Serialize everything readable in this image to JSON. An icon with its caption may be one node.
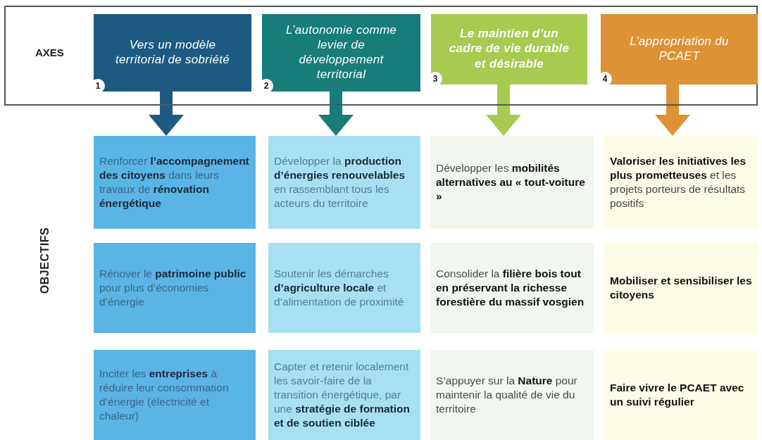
{
  "diagram": {
    "nodes": [
      {
        "text": [
          "AXES"
        ]
      },
      {
        "text": [
          "Vers un modèle territorial de sobriété",
          "1"
        ],
        "in": 0
      },
      {
        "text": [
          "L’autonomie comme levier de développement territorial",
          "2"
        ],
        "in": 0
      },
      {
        "text": [
          "Le maintien d’un cadre de vie durable et désirable",
          "3"
        ],
        "in": 0
      },
      {
        "text": [
          "L’appropriation du PCAET",
          "4"
        ],
        "in": 0
      },
      {
        "text": [
          "Renforcer **l’accompagnement des citoyens** dans leurs travaux de **rénovation énergétique**"
        ]
      },
      {
        "text": [
          "Développer la **production d’énergies renouvelables** en rassemblant tous les acteurs du territoire"
        ]
      },
      {
        "text": [
          "Développer les **mobilités alternatives au « tout-voiture »**"
        ]
      },
      {
        "text": [
          "**Valoriser les initiatives les plus prometteuses** et les projets porteurs de résultats positifs"
        ]
      },
      {
        "text": [
          "Rénover le **patrimoine public** pour plus d’économies d’énergie"
        ]
      },
      {
        "text": [
          "Soutenir les démarches **d’agriculture locale** et d’alimentation de proximité"
        ]
      },
      {
        "text": [
          "Consolider la **filière bois tout en préservant la richesse forestière du massif vosgien**"
        ]
      },
      {
        "text": [
          "**Mobiliser et sensibiliser les citoyens**"
        ]
      },
      {
        "text": [
          "Inciter les **entreprises** à réduire leur consommation d’énergie (électricité et chaleur)"
        ]
      },
      {
        "text": [
          "Capter et retenir localement les savoir-faire de la transition énergétique, par une **stratégie de formation et de soutien ciblée**"
        ]
      },
      {
        "text": [
          "S’appuyer sur la **Nature** pour maintenir la qualité de vie du territoire"
        ]
      },
      {
        "text": [
          "**Faire vivre le PCAET avec un suivi régulier**"
        ]
      }
    ],
    "edges": [
      {
        "from": 1,
        "to": 5,
        "arrow": "to",
        "color": "#1d5a80"
      },
      {
        "from": 2,
        "to": 6,
        "arrow": "to",
        "color": "#177c7a"
      },
      {
        "from": 3,
        "to": 7,
        "arrow": "to",
        "color": "#a6cb50"
      },
      {
        "from": 4,
        "to": 8,
        "arrow": "to",
        "color": "#dd9236"
      }
    ],
    "labels": [
      "OBJECTIFS"
    ]
  }
}
